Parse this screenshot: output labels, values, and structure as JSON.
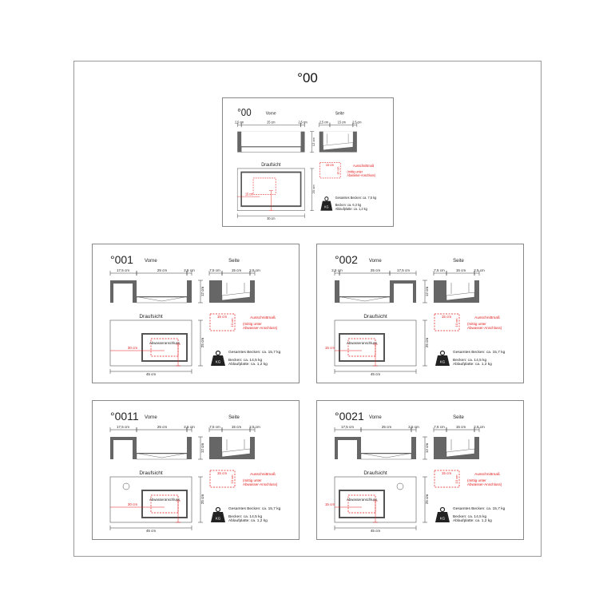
{
  "page_title": "°00",
  "labels": {
    "front": "Vorne",
    "side": "Seite",
    "top_view": "Draufsicht",
    "cutout": "Ausschnittmaß",
    "cutout_note_1": "(mittig unter",
    "cutout_note_2": "Abwasser-Anschluss)",
    "drain": "Abwasseranschluss",
    "kg": "KG"
  },
  "cards": [
    {
      "title": "°00",
      "front_dims": [
        "2,5 cm",
        "25 cm",
        "2,5 cm"
      ],
      "side_dims": [
        "2,5 cm",
        "15 cm",
        "2,5 cm"
      ],
      "height": "12 cm",
      "depth": "20 cm",
      "width": "30 cm",
      "offset": "15 cm",
      "cut_w": "15 cm",
      "cut_h": "10 cm",
      "total": "Gesamtes Becken: ca. 7,5 kg",
      "basin": "Becken: ca. 6,3 kg",
      "plate": "Ablaufplatte: ca. 1,2 kg"
    },
    {
      "title": "°001",
      "front_dims": [
        "17,5 cm",
        "25 cm",
        "2,5 cm"
      ],
      "side_dims": [
        "7,5 cm",
        "15 cm",
        "2,5 cm"
      ],
      "height": "12 cm",
      "depth": "25 cm",
      "width": "45 cm",
      "offset": "30 cm",
      "cut_w": "15 cm",
      "cut_h": "10 cm",
      "total": "Gesamtes Becken: ca. 15,7 kg",
      "basin": "Becken: ca. 14,5 kg",
      "plate": "Ablaufplatte: ca. 1,2 kg"
    },
    {
      "title": "°002",
      "front_dims": [
        "2,5 cm",
        "25 cm",
        "17,5 cm"
      ],
      "side_dims": [
        "7,5 cm",
        "15 cm",
        "2,5 cm"
      ],
      "height": "12 cm",
      "depth": "25 cm",
      "width": "45 cm",
      "offset": "15 cm",
      "cut_w": "15 cm",
      "cut_h": "10 cm",
      "total": "Gesamtes Becken: ca. 15,7 kg",
      "basin": "Becken: ca. 14,5 kg",
      "plate": "Ablaufplatte: ca. 1,2 kg"
    },
    {
      "title": "°0011",
      "front_dims": [
        "17,5 cm",
        "25 cm",
        "2,5 cm"
      ],
      "side_dims": [
        "7,5 cm",
        "15 cm",
        "2,5 cm"
      ],
      "height": "12 cm",
      "depth": "25 cm",
      "width": "45 cm",
      "offset": "30 cm",
      "cut_w": "15 cm",
      "cut_h": "10 cm",
      "total": "Gesamtes Becken: ca. 15,7 kg",
      "basin": "Becken: ca. 14,5 kg",
      "plate": "Ablaufplatte: ca. 1,2 kg"
    },
    {
      "title": "°0021",
      "front_dims": [
        "17,5 cm",
        "25 cm",
        "2,5 cm"
      ],
      "side_dims": [
        "7,5 cm",
        "15 cm",
        "2,5 cm"
      ],
      "height": "12 cm",
      "depth": "25 cm",
      "width": "45 cm",
      "offset": "15 cm",
      "cut_w": "15 cm",
      "cut_h": "10 cm",
      "total": "Gesamtes Becken: ca. 15,7 kg",
      "basin": "Becken: ca. 14,5 kg",
      "plate": "Ablaufplatte: ca. 1,2 kg"
    }
  ]
}
